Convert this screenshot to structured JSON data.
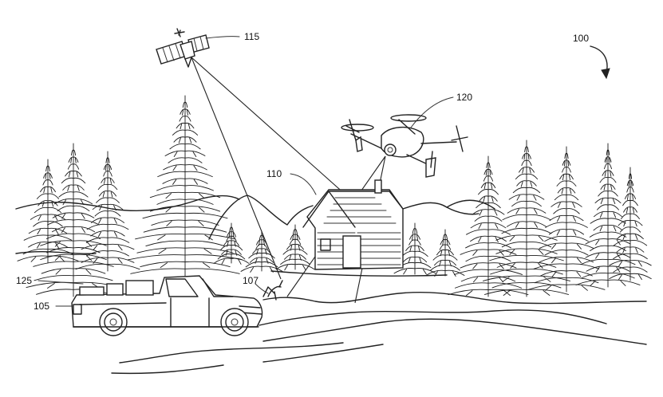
{
  "labels": {
    "figure": "100",
    "satellite": "115",
    "drone": "120",
    "cabin": "110",
    "person": "107",
    "cargo": "125",
    "vehicle": "105"
  },
  "icons": {
    "satellite": "satellite-icon",
    "drone": "drone-icon",
    "cabin": "cabin-icon",
    "vehicle": "pickup-truck-icon",
    "tree": "pine-tree-icon"
  }
}
